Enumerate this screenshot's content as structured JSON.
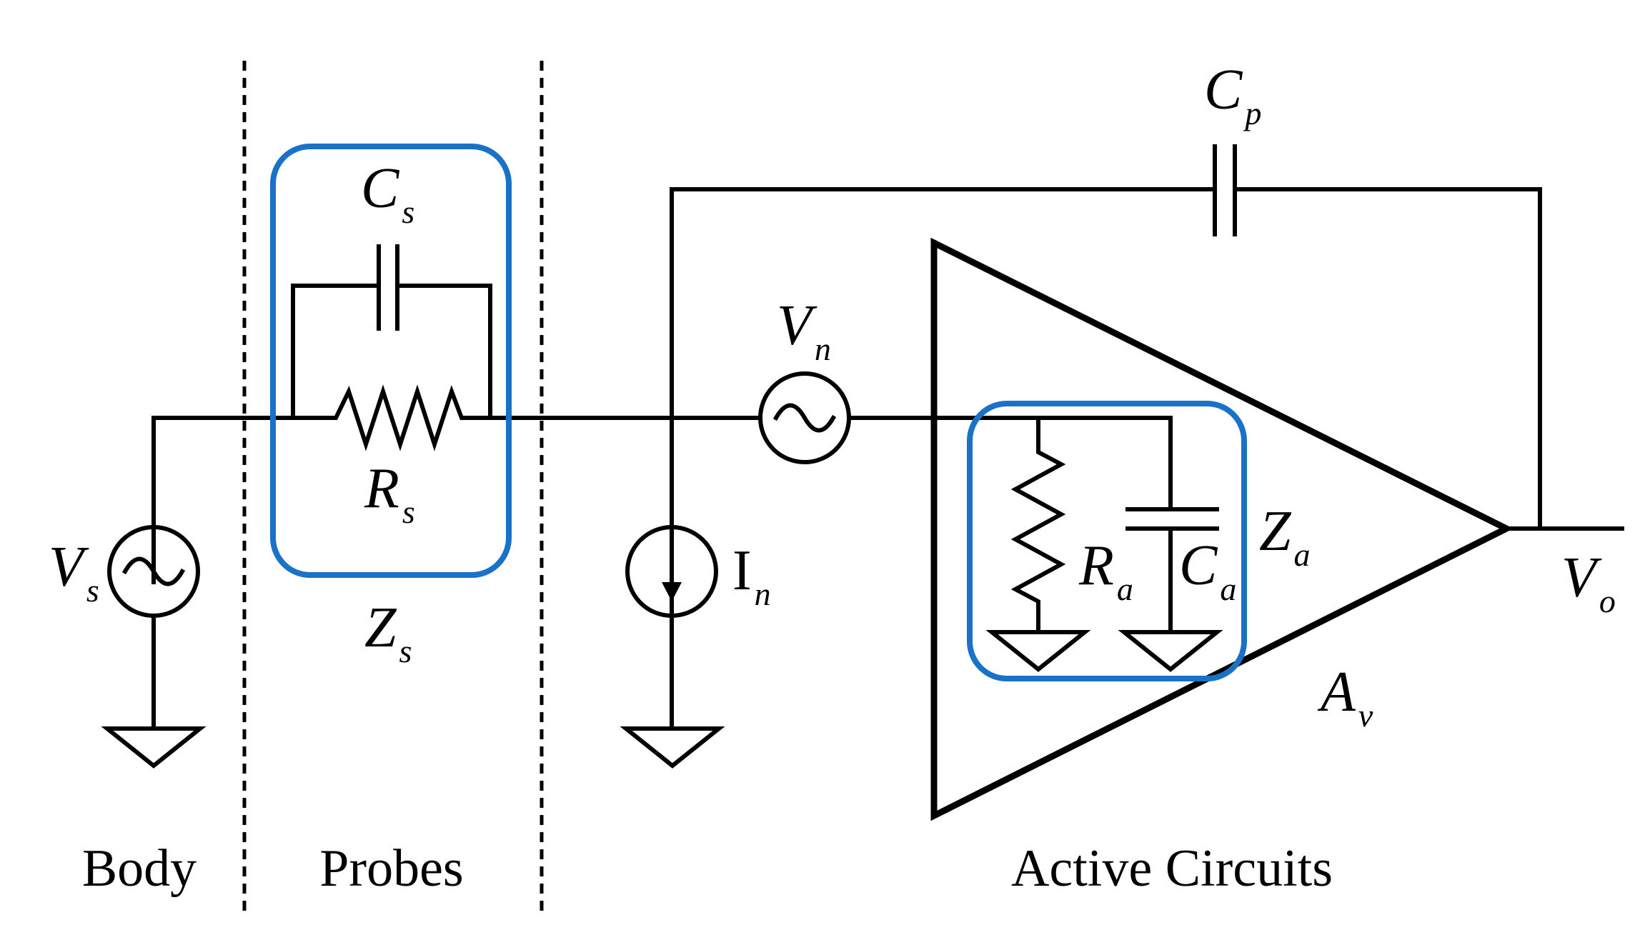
{
  "regions": {
    "body": "Body",
    "probes": "Probes",
    "active": "Active Circuits"
  },
  "labels": {
    "Vs": {
      "main": "V",
      "sub": "s"
    },
    "Cs": {
      "main": "C",
      "sub": "s"
    },
    "Rs": {
      "main": "R",
      "sub": "s"
    },
    "Zs": {
      "main": "Z",
      "sub": "s"
    },
    "Cp": {
      "main": "C",
      "sub": "p"
    },
    "Vn": {
      "main": "V",
      "sub": "n"
    },
    "In": {
      "main": "I",
      "sub": "n"
    },
    "Ra": {
      "main": "R",
      "sub": "a"
    },
    "Ca": {
      "main": "C",
      "sub": "a"
    },
    "Za": {
      "main": "Z",
      "sub": "a"
    },
    "Av": {
      "main": "A",
      "sub": "v"
    },
    "Vo": {
      "main": "V",
      "sub": "o"
    }
  },
  "colors": {
    "wire": "#000000",
    "highlight_box": "#1a72c8",
    "background": "#ffffff"
  }
}
